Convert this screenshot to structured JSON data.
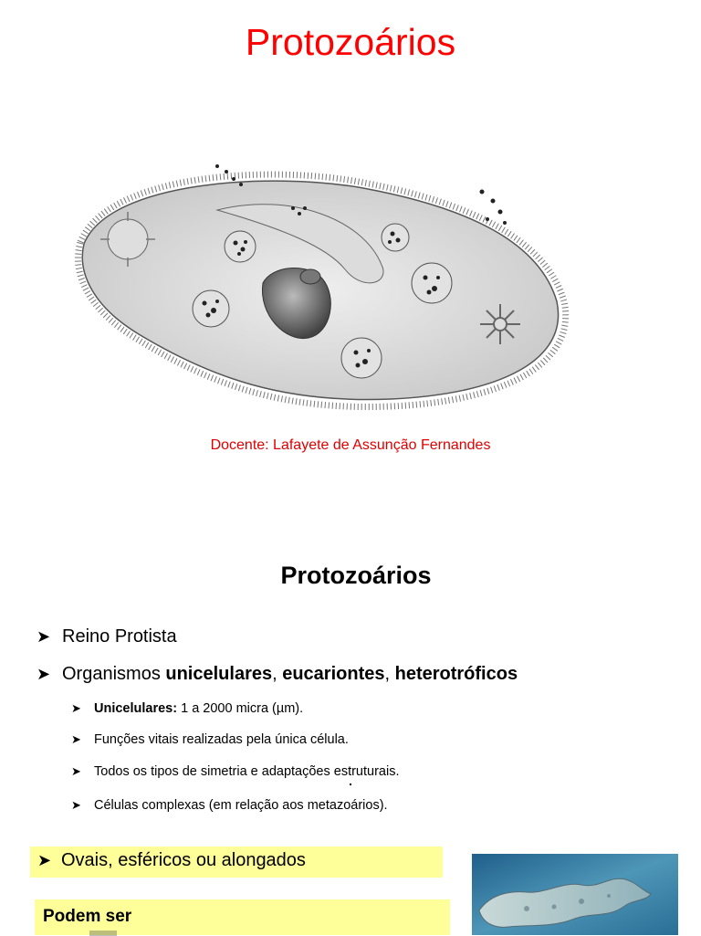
{
  "slide1": {
    "title": "Protozoários",
    "teacher_line": "Docente: Lafayete de Assunção Fernandes"
  },
  "slide2": {
    "title": "Protozoários",
    "bullets": [
      {
        "text": "Reino Protista"
      },
      {
        "prefix": "Organismos ",
        "b1": "unicelulares",
        "sep1": ", ",
        "b2": "eucariontes",
        "sep2": ", ",
        "b3": "heterotróficos"
      }
    ],
    "subbullets": [
      {
        "bold": "Unicelulares:",
        "text": " 1 a 2000 micra (µm)."
      },
      {
        "text": "Funções vitais realizadas pela única célula."
      },
      {
        "text": "Todos os tipos de simetria e adaptações estruturais."
      },
      {
        "text": "Células complexas (em relação aos metazoários)."
      }
    ],
    "box1_text": "Ovais, esféricos ou alongados",
    "box2_heading": "Podem ser"
  },
  "icons": {
    "bullet": "arrowhead-bullet-icon",
    "image1": "paramecium-illustration",
    "image2": "protozoan-micrograph"
  },
  "colors": {
    "title_red": "#ff0000",
    "highlight": "#ffff99"
  }
}
